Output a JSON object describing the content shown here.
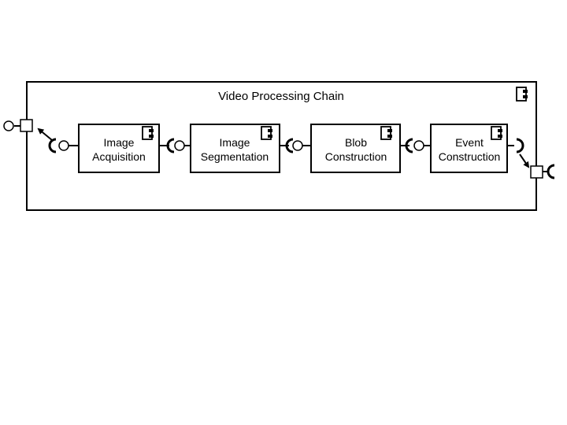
{
  "diagram": {
    "title": "Video Processing Chain",
    "components": [
      {
        "name": "image-acquisition",
        "label_line1": "Image",
        "label_line2": "Acquisition"
      },
      {
        "name": "image-segmentation",
        "label_line1": "Image",
        "label_line2": "Segmentation"
      },
      {
        "name": "blob-construction",
        "label_line1": "Blob",
        "label_line2": "Construction"
      },
      {
        "name": "event-construction",
        "label_line1": "Event",
        "label_line2": "Construction"
      }
    ]
  },
  "colors": {
    "stroke": "#000000",
    "fill": "#ffffff"
  },
  "icons": [
    "component-icon",
    "provided-interface-icon",
    "required-interface-icon",
    "port-icon",
    "delegation-arrow-icon"
  ]
}
